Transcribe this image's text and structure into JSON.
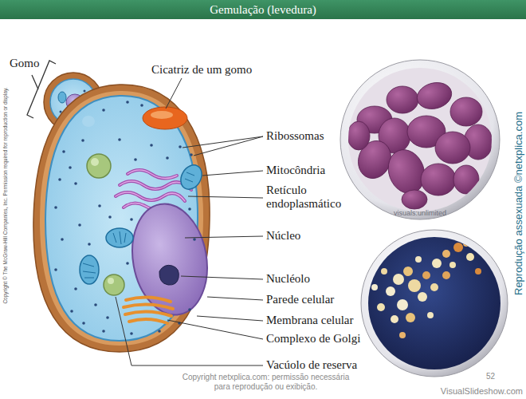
{
  "diagram": {
    "title": "Gemulação (levedura)",
    "labels": [
      "Gomo",
      "Cicatriz de um gomo",
      "Ribossomas",
      "Mitocôndria",
      "Retículo endoplasmático",
      "Núcleo",
      "Nucléolo",
      "Parede celular",
      "Membrana celular",
      "Complexo de Golgi",
      "Vacúolo de reserva",
      "Copyright © The McGraw-Hill Companies, Inc. Permission required for reproduction or display.",
      "visuals:unlimited",
      "Reprodução assexuada ©netxplica.com",
      "Copyright netxplica.com: permissão necessária para reprodução ou exibição.",
      "52",
      "VisualSlideshow.com"
    ]
  }
}
